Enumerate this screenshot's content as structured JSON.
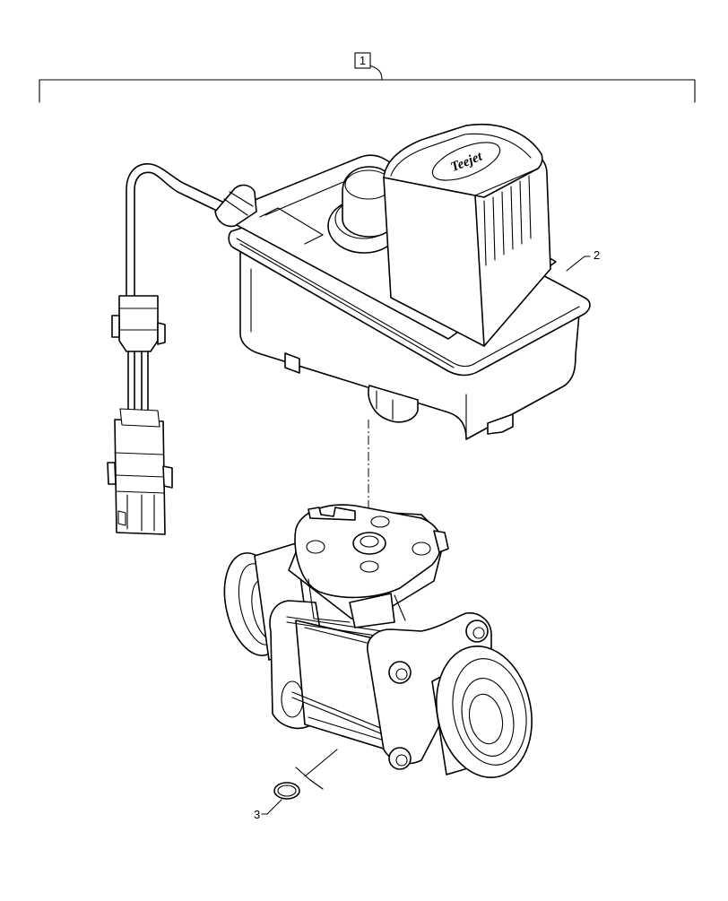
{
  "callouts": {
    "assembly": "1",
    "actuator": "2",
    "o_ring": "3"
  },
  "brand_logo": "Teejet"
}
